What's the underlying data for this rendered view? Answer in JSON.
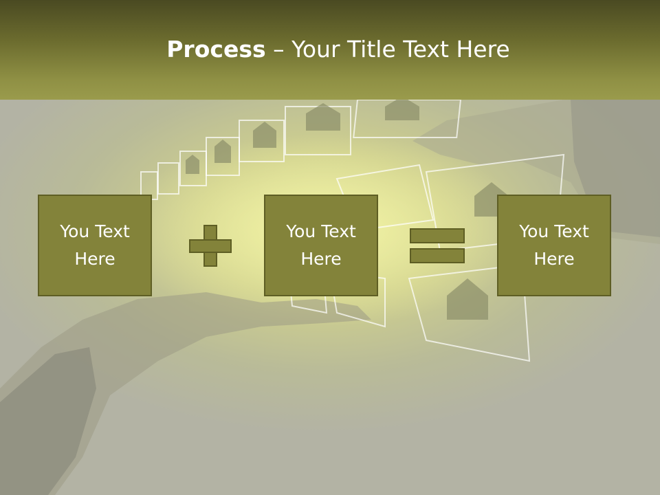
{
  "title": {
    "bold": "Process",
    "rest": " – Your Title Text Here"
  },
  "boxes": [
    {
      "text": "You Text Here"
    },
    {
      "text": "You Text Here"
    },
    {
      "text": "You Text Here"
    }
  ],
  "operators": {
    "first": "plus-icon",
    "second": "equals-icon"
  },
  "colors": {
    "header": "#6b6b2e",
    "box": "#83833a",
    "box_border": "#5e5e24",
    "text": "#ffffff"
  }
}
